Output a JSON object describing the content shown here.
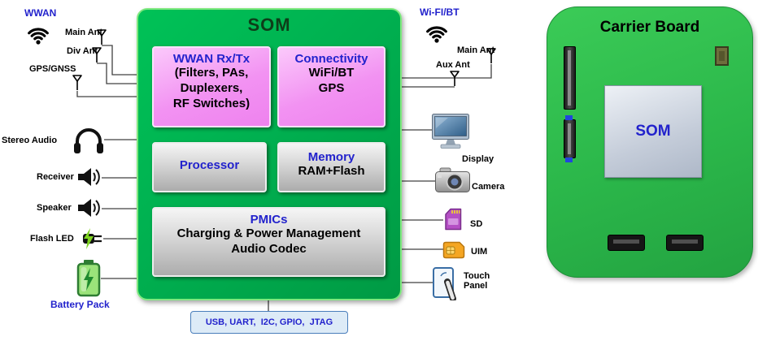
{
  "colors": {
    "som_green": "#00B050",
    "carrier_green": "#2EBD4E",
    "block_pink": "#EE82EE",
    "block_gray": "#C0C0C0",
    "title_blue": "#2222CC",
    "bus_fill": "#DDEBF7",
    "bus_border": "#4A7EBB"
  },
  "som": {
    "title": "SOM",
    "blocks": {
      "wwan": {
        "title": "WWAN Rx/Tx",
        "body": "(Filters, PAs,\nDuplexers,\nRF Switches)"
      },
      "connectivity": {
        "title": "Connectivity",
        "body": "WiFi/BT\nGPS"
      },
      "processor": {
        "title": "Processor"
      },
      "memory": {
        "title": "Memory",
        "body": "RAM+Flash"
      },
      "pmics": {
        "title": "PMICs",
        "body": "Charging & Power Management\nAudio Codec"
      }
    }
  },
  "bus": {
    "label": "USB, UART,  I2C, GPIO,  JTAG"
  },
  "left_peripherals": {
    "wwan": "WWAN",
    "main_ant": "Main Ant",
    "div_ant": "Div Ant",
    "gps_gnss": "GPS/GNSS",
    "stereo_audio": "Stereo Audio",
    "receiver": "Receiver",
    "speaker": "Speaker",
    "flash_led": "Flash LED",
    "battery_pack": "Battery Pack"
  },
  "right_peripherals": {
    "wifi_bt": "Wi-FI/BT",
    "main_ant": "Main Ant",
    "aux_ant": "Aux Ant",
    "display": "Display",
    "camera": "Camera",
    "sd": "SD",
    "uim": "UIM",
    "touch_panel": "Touch\nPanel"
  },
  "carrier_board": {
    "title": "Carrier Board",
    "som_label": "SOM"
  }
}
